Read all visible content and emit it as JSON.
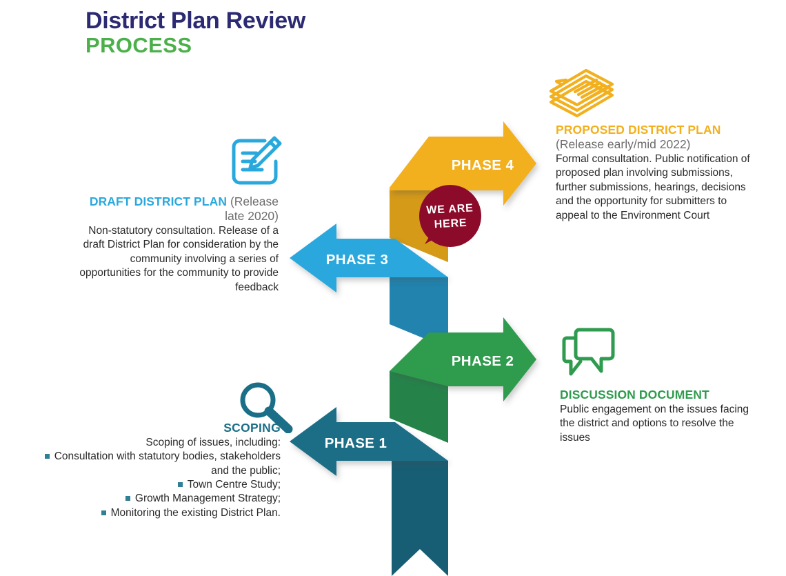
{
  "title": {
    "line1": "District Plan Review",
    "line2": "PROCESS"
  },
  "colors": {
    "navy": "#2b2a72",
    "green_title": "#4cb04a",
    "phase1_teal": "#1a6e87",
    "phase2_green": "#2e9b4e",
    "phase3_blue": "#29a8dd",
    "phase4_yellow": "#f2b01e",
    "badge_maroon": "#8c0b2a",
    "body_text": "#2a2a2a",
    "muted_text": "#6d6d6d",
    "bullet": "#2f7f95"
  },
  "badge": {
    "line1": "WE ARE",
    "line2": "HERE"
  },
  "phases": [
    {
      "id": "phase1",
      "label": "PHASE 1",
      "direction": "left",
      "color": "#1a6e87"
    },
    {
      "id": "phase2",
      "label": "PHASE 2",
      "direction": "right",
      "color": "#2e9b4e"
    },
    {
      "id": "phase3",
      "label": "PHASE 3",
      "direction": "left",
      "color": "#29a8dd"
    },
    {
      "id": "phase4",
      "label": "PHASE 4",
      "direction": "right",
      "color": "#f2b01e"
    }
  ],
  "blocks": {
    "proposed": {
      "icon": "stacked-papers-icon",
      "heading": "PROPOSED DISTRICT PLAN",
      "heading_strong": "PROPOSED DISTRICT",
      "heading_strong2": "PLAN",
      "release": "(Release early/mid 2022)",
      "body": "Formal consultation. Public notification of proposed plan involving submissions, further submissions, hearings, decisions and the opportunity for submitters to appeal to the Environment Court"
    },
    "draft": {
      "icon": "document-pencil-icon",
      "heading": "DRAFT DISTRICT PLAN",
      "release": "(Release late 2020)",
      "body": "Non-statutory consultation. Release of a draft District Plan for consideration by the community involving a series of opportunities for the community to provide feedback"
    },
    "discussion": {
      "icon": "speech-bubbles-icon",
      "heading": "DISCUSSION DOCUMENT",
      "body": "Public engagement on the issues facing the district and options to resolve the issues"
    },
    "scoping": {
      "icon": "magnifier-icon",
      "heading": "SCOPING",
      "intro": "Scoping of issues, including:",
      "bullets": [
        "Consultation with statutory bodies, stakeholders and the public;",
        "Town Centre Study;",
        "Growth Management Strategy;",
        "Monitoring the existing District Plan."
      ]
    }
  }
}
